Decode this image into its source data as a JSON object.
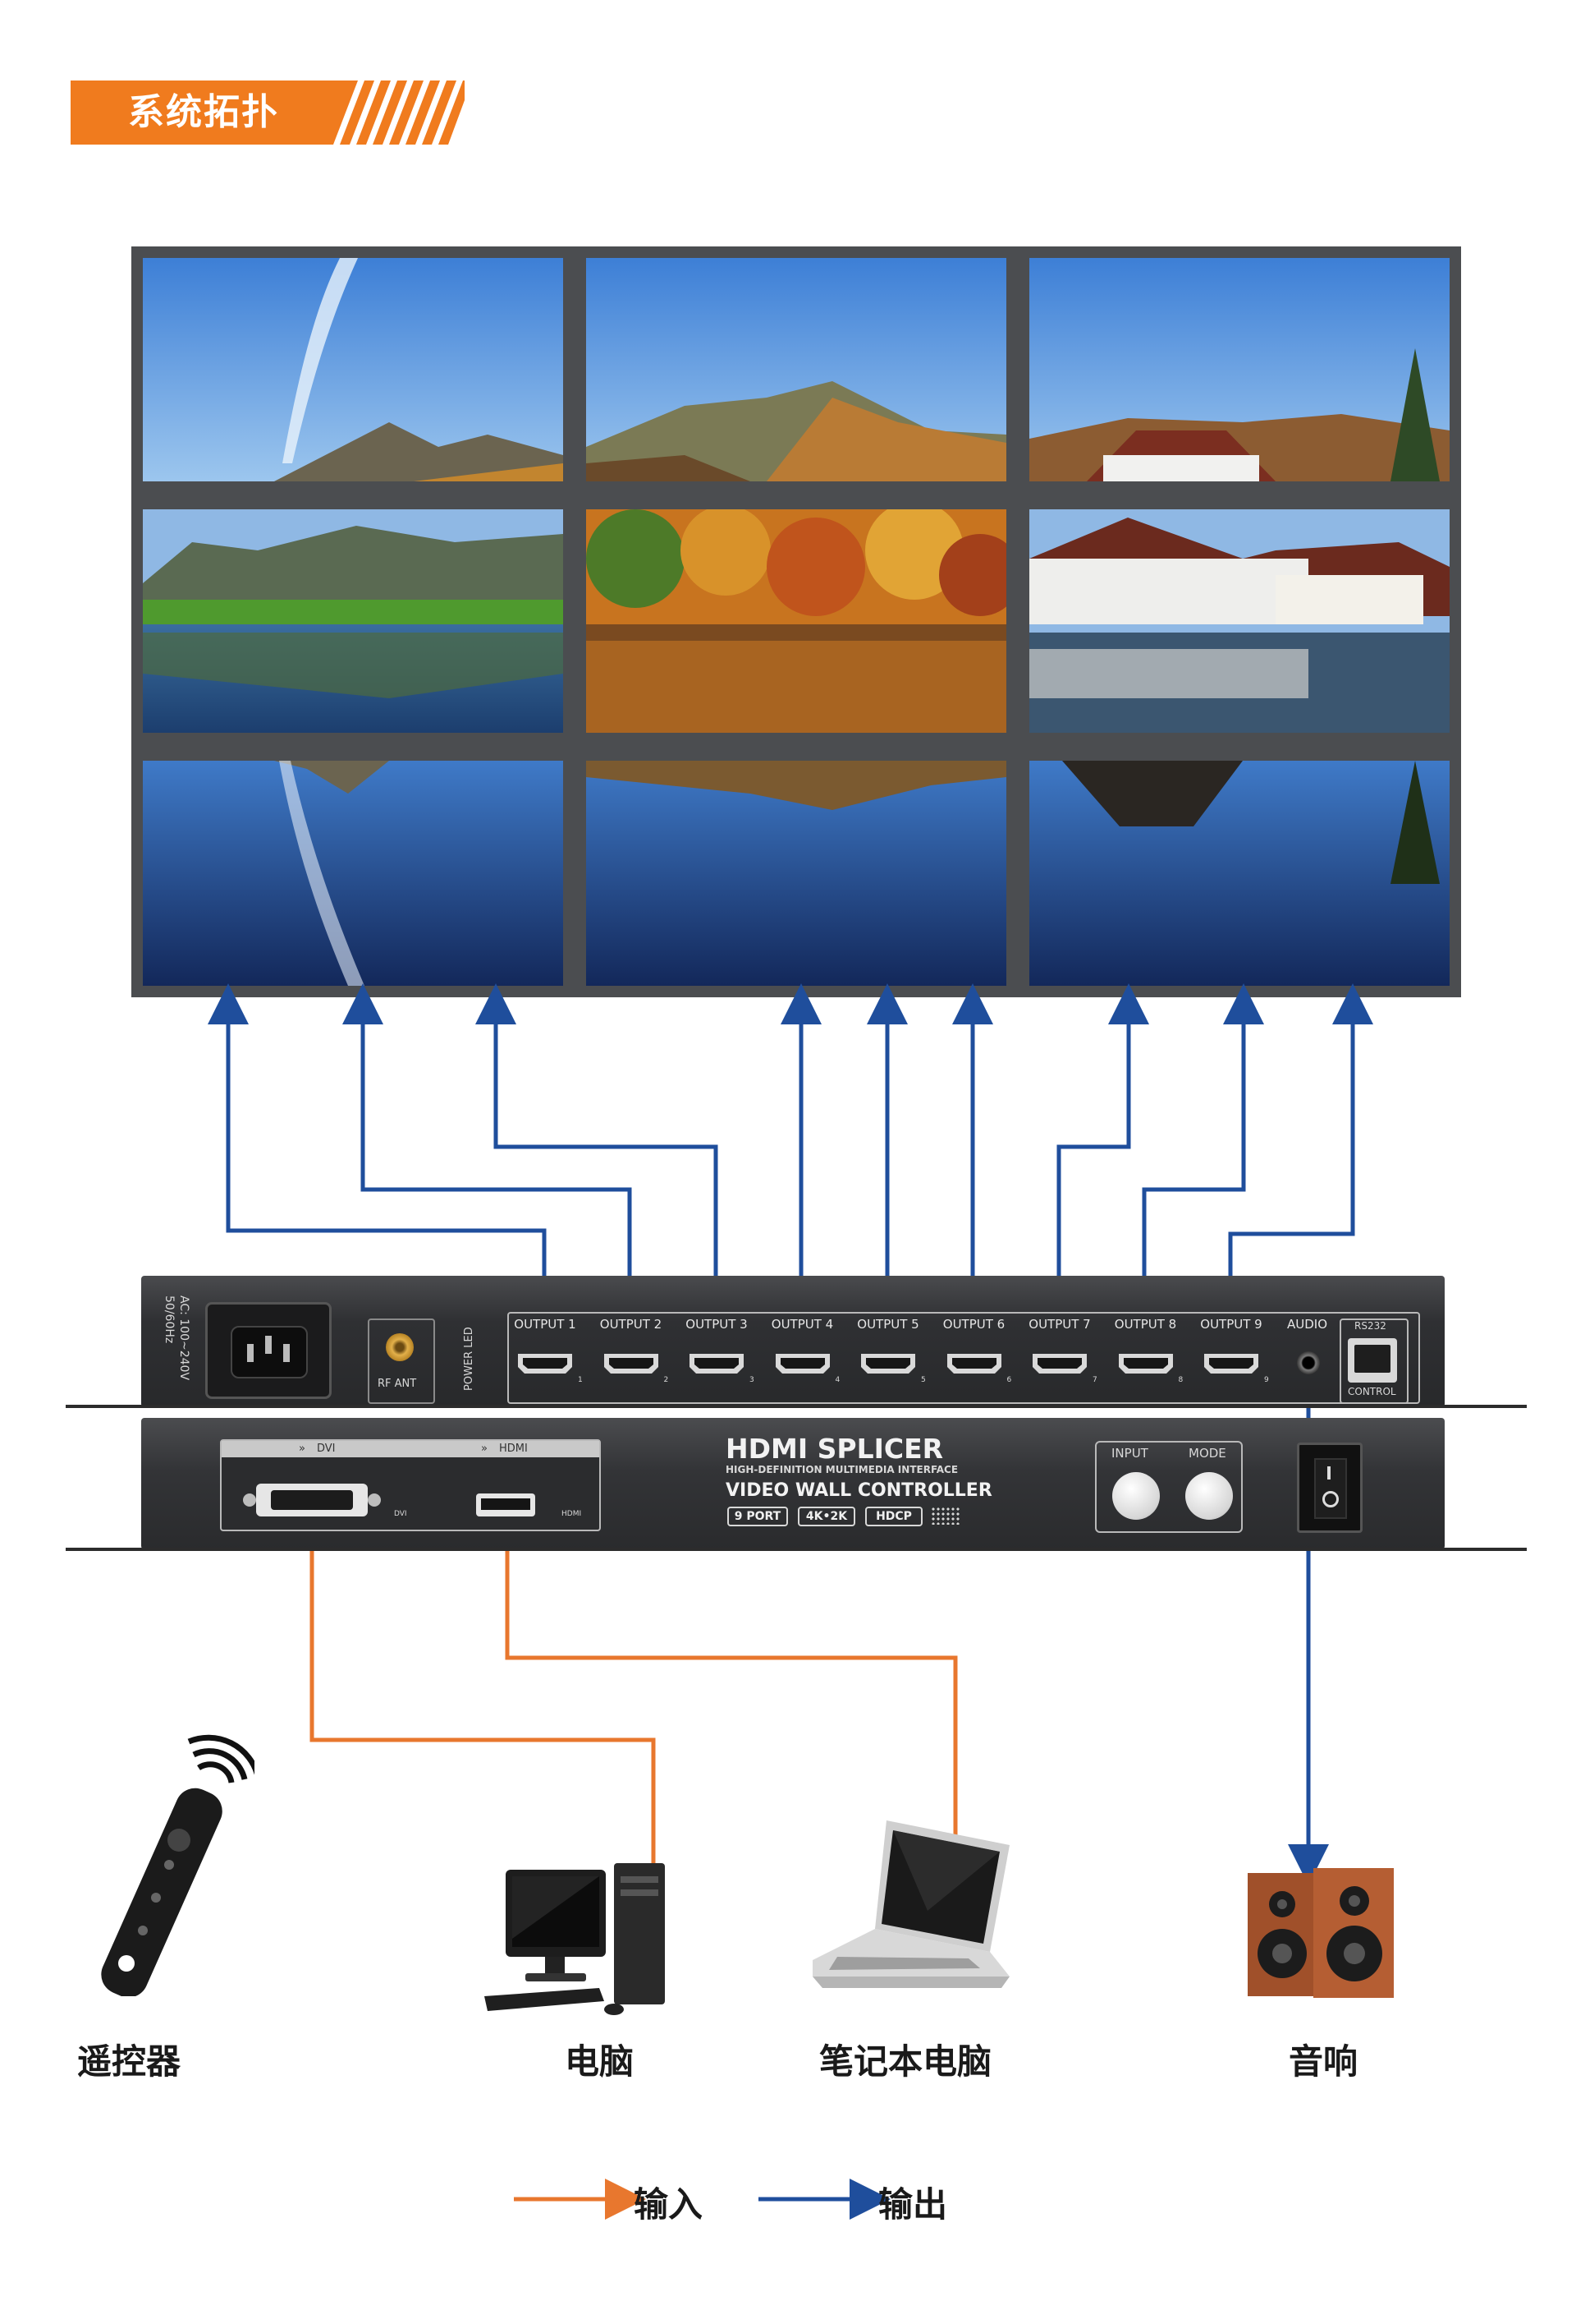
{
  "section_title": "系统拓扑",
  "device": {
    "rear": {
      "power_spec_line1": "AC: 100~240V",
      "power_spec_line2": "50/60Hz",
      "rf_ant": "RF ANT",
      "power_led": "POWER LED",
      "outputs": [
        "OUTPUT 1",
        "OUTPUT 2",
        "OUTPUT 3",
        "OUTPUT 4",
        "OUTPUT 5",
        "OUTPUT 6",
        "OUTPUT 7",
        "OUTPUT 8",
        "OUTPUT 9"
      ],
      "port_numbers": [
        "1",
        "2",
        "3",
        "4",
        "5",
        "6",
        "7",
        "8",
        "9"
      ],
      "audio": "AUDIO",
      "rs232": "RS232",
      "control": "CONTROL"
    },
    "front": {
      "dvi_header": "DVI",
      "hdmi_header": "HDMI",
      "dvi_small": "DVI",
      "hdmi_small": "HDMI",
      "brand": "HDMI SPLICER",
      "brand_sub": "HIGH-DEFINITION MULTIMEDIA INTERFACE",
      "controller": "VIDEO WALL CONTROLLER",
      "badges": [
        "9 PORT",
        "4K•2K",
        "HDCP"
      ],
      "input_btn": "INPUT",
      "mode_btn": "MODE"
    }
  },
  "sources": {
    "remote": "遥控器",
    "pc": "电脑",
    "laptop": "笔记本电脑",
    "speaker": "音响"
  },
  "legend": {
    "input_label": "输入",
    "output_label": "输出",
    "input_color": "#e8772e",
    "output_color": "#1f4e9c"
  }
}
